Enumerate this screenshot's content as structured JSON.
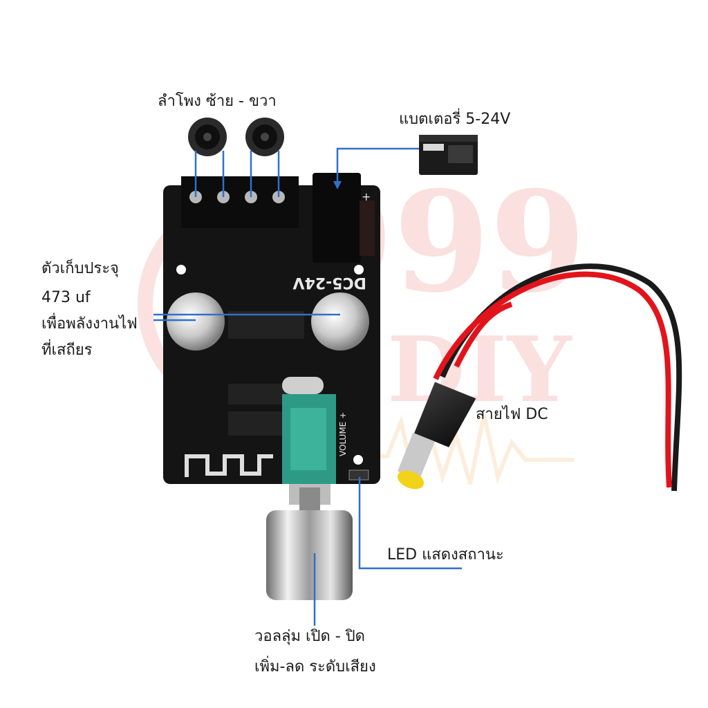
{
  "labels": {
    "speakers": "ลำโพง ซ้าย - ขวา",
    "battery": "แบตเตอรี่ 5-24V",
    "capacitor_line1": "ตัวเก็บประจุ",
    "capacitor_line2": "473 uf",
    "capacitor_line3": "เพื่อพลังงานไฟ",
    "capacitor_line4": "ที่เสถียร",
    "dc_cable": "สายไฟ DC",
    "led": "LED แสดงสถานะ",
    "volume_line1": "วอลลุ่ม เปิด - ปิด",
    "volume_line2": "เพิ่ม-ลด ระดับเสียง"
  },
  "board_text": {
    "voltage": "DC5-24V",
    "volume": "VOLUME +",
    "plus": "+"
  },
  "watermark": {
    "number": "999",
    "word": "DIY"
  },
  "colors": {
    "pointer_line": "#2f6fd0",
    "board": "#141414",
    "potentiometer": "#2e9a86",
    "cable_red": "#e3131b",
    "cable_black": "#1a1a1a",
    "plug_tip": "#f3d21a",
    "watermark": "#e85a4f"
  }
}
